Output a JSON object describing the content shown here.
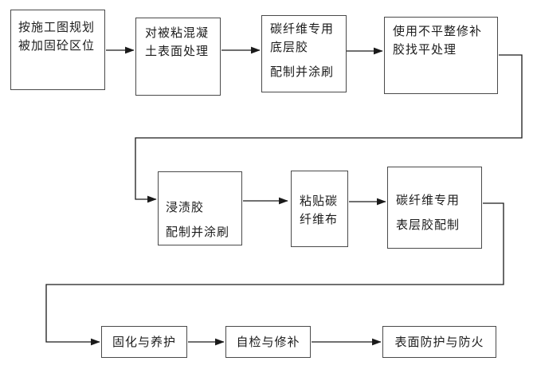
{
  "flowchart": {
    "title": "",
    "colors": {
      "background": "#ffffff",
      "box_border": "#4a4a4a",
      "connector_line": "#1a1a1a",
      "text": "#1c1c1c"
    },
    "boxes": [
      {
        "id": "step-1",
        "paragraphs": [
          [
            "按施工图规划",
            "被加固砼区位"
          ]
        ]
      },
      {
        "id": "step-2",
        "paragraphs": [
          [
            "对被粘混凝",
            "土表面处理"
          ]
        ]
      },
      {
        "id": "step-3",
        "paragraphs": [
          [
            "碳纤维专用",
            "底层胶"
          ],
          [
            "配制并涂刷"
          ]
        ]
      },
      {
        "id": "step-4",
        "paragraphs": [
          [
            "使用不平整修补",
            "胶找平处理"
          ]
        ]
      },
      {
        "id": "step-5",
        "paragraphs": [
          [
            "浸渍胶"
          ],
          [
            "配制并涂刷"
          ]
        ]
      },
      {
        "id": "step-6",
        "paragraphs": [
          [
            "粘贴碳",
            "纤维布"
          ]
        ]
      },
      {
        "id": "step-7",
        "paragraphs": [
          [
            "碳纤维专用"
          ],
          [
            "表层胶配制"
          ]
        ]
      },
      {
        "id": "step-8",
        "paragraphs": [
          [
            "固化与养护"
          ]
        ]
      },
      {
        "id": "step-9",
        "paragraphs": [
          [
            "自检与修补"
          ]
        ]
      },
      {
        "id": "step-10",
        "paragraphs": [
          [
            "表面防护与防火"
          ]
        ]
      }
    ],
    "edges": [
      {
        "from": "step-1",
        "to": "step-2"
      },
      {
        "from": "step-2",
        "to": "step-3"
      },
      {
        "from": "step-3",
        "to": "step-4"
      },
      {
        "from": "step-4",
        "to": "step-5"
      },
      {
        "from": "step-5",
        "to": "step-6"
      },
      {
        "from": "step-6",
        "to": "step-7"
      },
      {
        "from": "step-7",
        "to": "step-8"
      },
      {
        "from": "step-8",
        "to": "step-9"
      },
      {
        "from": "step-9",
        "to": "step-10"
      }
    ]
  }
}
